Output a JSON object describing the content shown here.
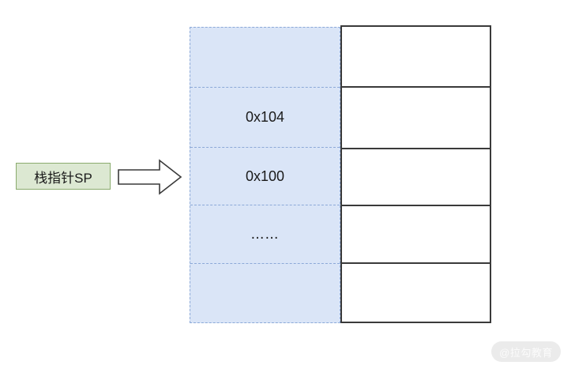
{
  "diagram": {
    "title": "stack-pointer-memory-diagram",
    "pointer": {
      "label": "栈指针SP",
      "fill_color": "#dce8d2",
      "border_color": "#8aab6d",
      "arrow_icon": "right-block-arrow-icon"
    },
    "stack_column": {
      "name": "address-column",
      "fill_color": "#dae5f7",
      "border_color": "#8ca9d8",
      "border_style": "dashed",
      "cells": [
        {
          "label": "",
          "id": "address-cell-top"
        },
        {
          "label": "0x104",
          "id": "address-cell-0x104"
        },
        {
          "label": "0x100",
          "id": "address-cell-0x100"
        },
        {
          "label": "……",
          "id": "address-cell-ellipsis"
        },
        {
          "label": "",
          "id": "address-cell-bottom"
        }
      ]
    },
    "data_column": {
      "name": "value-column",
      "fill_color": "#ffffff",
      "border_color": "#3a3a3a",
      "border_style": "solid",
      "cells": [
        {
          "label": "",
          "id": "value-cell-1"
        },
        {
          "label": "",
          "id": "value-cell-2"
        },
        {
          "label": "",
          "id": "value-cell-3"
        },
        {
          "label": "",
          "id": "value-cell-4"
        },
        {
          "label": "",
          "id": "value-cell-5"
        }
      ]
    },
    "watermark": {
      "text": "@拉勾教育",
      "background_color": "#ebebeb",
      "text_color": "#fbfbfb"
    }
  }
}
